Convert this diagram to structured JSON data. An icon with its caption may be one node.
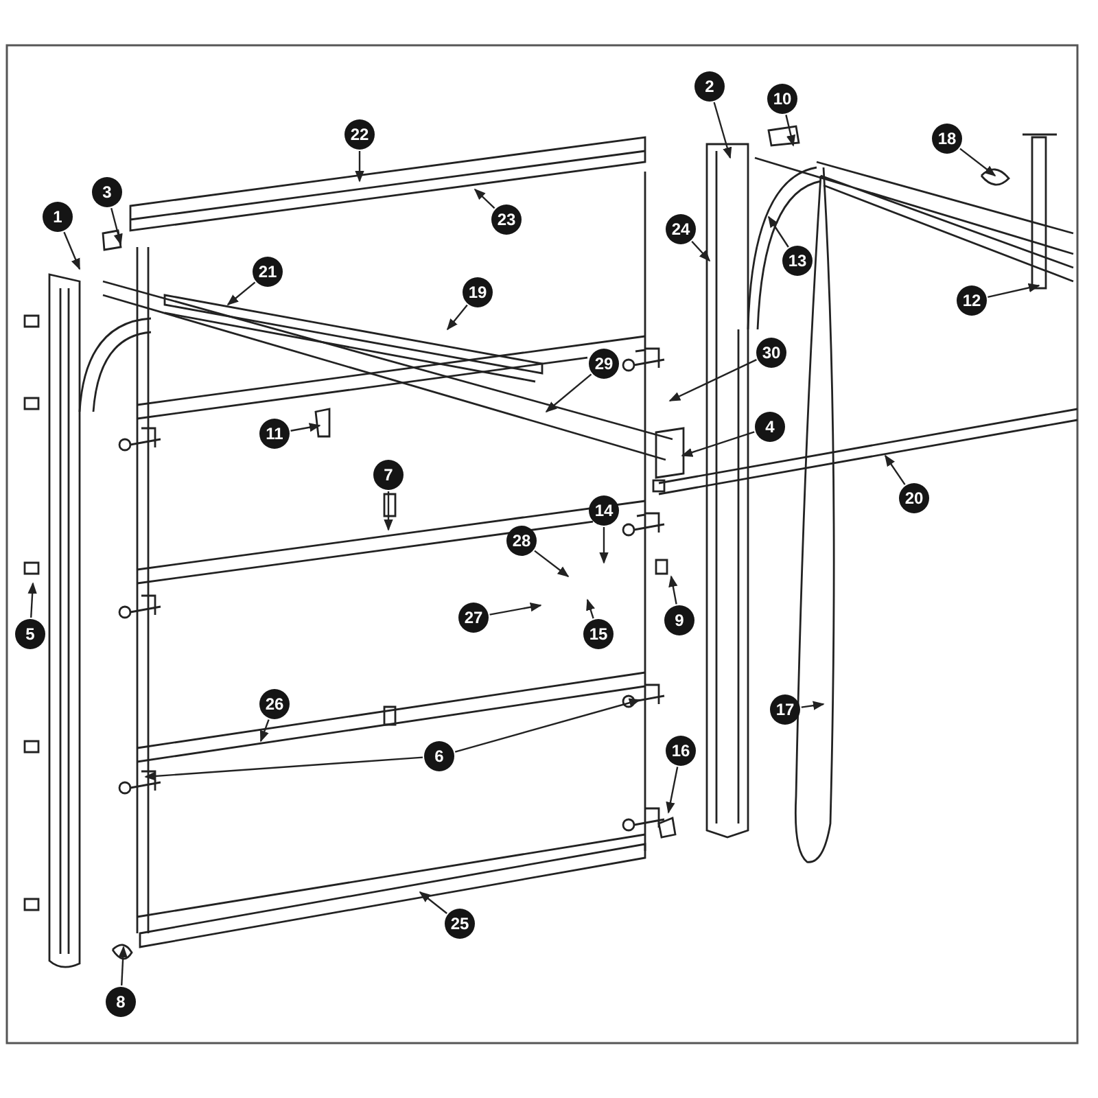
{
  "diagram": {
    "nodes": [
      {
        "text": [
          "1"
        ]
      },
      {
        "text": [
          "2"
        ]
      },
      {
        "text": [
          "3"
        ]
      },
      {
        "text": [
          "4"
        ]
      },
      {
        "text": [
          "5"
        ]
      },
      {
        "text": [
          "6"
        ]
      },
      {
        "text": [
          "7"
        ]
      },
      {
        "text": [
          "8"
        ]
      },
      {
        "text": [
          "9"
        ]
      },
      {
        "text": [
          "10"
        ]
      },
      {
        "text": [
          "11"
        ]
      },
      {
        "text": [
          "12"
        ]
      },
      {
        "text": [
          "13"
        ]
      },
      {
        "text": [
          "14"
        ]
      },
      {
        "text": [
          "15"
        ]
      },
      {
        "text": [
          "16"
        ]
      },
      {
        "text": [
          "17"
        ]
      },
      {
        "text": [
          "18"
        ]
      },
      {
        "text": [
          "19"
        ]
      },
      {
        "text": [
          "20"
        ]
      },
      {
        "text": [
          "21"
        ]
      },
      {
        "text": [
          "22"
        ]
      },
      {
        "text": [
          "23"
        ]
      },
      {
        "text": [
          "24"
        ]
      },
      {
        "text": [
          "25"
        ]
      },
      {
        "text": [
          "26"
        ]
      },
      {
        "text": [
          "27"
        ]
      },
      {
        "text": [
          "28"
        ]
      },
      {
        "text": [
          "29"
        ]
      },
      {
        "text": [
          "30"
        ]
      }
    ],
    "edges": [
      {
        "from": 0,
        "to": null,
        "arrow": "to"
      },
      {
        "from": 1,
        "to": null,
        "arrow": "to"
      },
      {
        "from": 2,
        "to": null,
        "arrow": "to"
      },
      {
        "from": 3,
        "to": null,
        "arrow": "to"
      },
      {
        "from": 4,
        "to": null,
        "arrow": "to"
      },
      {
        "from": 5,
        "to": null,
        "arrow": "to"
      },
      {
        "from": 5,
        "to": null,
        "arrow": "to"
      },
      {
        "from": 6,
        "to": null,
        "arrow": "to"
      },
      {
        "from": 7,
        "to": null,
        "arrow": "to"
      },
      {
        "from": 8,
        "to": null,
        "arrow": "to"
      },
      {
        "from": 9,
        "to": null,
        "arrow": "to"
      },
      {
        "from": 10,
        "to": null,
        "arrow": "to"
      },
      {
        "from": 11,
        "to": null,
        "arrow": "to"
      },
      {
        "from": 12,
        "to": null,
        "arrow": "to"
      },
      {
        "from": 13,
        "to": null,
        "arrow": "to"
      },
      {
        "from": 14,
        "to": null,
        "arrow": "to"
      },
      {
        "from": 15,
        "to": null,
        "arrow": "to"
      },
      {
        "from": 16,
        "to": null,
        "arrow": "to"
      },
      {
        "from": 17,
        "to": null,
        "arrow": "to"
      },
      {
        "from": 18,
        "to": null,
        "arrow": "to"
      },
      {
        "from": 19,
        "to": null,
        "arrow": "to"
      },
      {
        "from": 20,
        "to": null,
        "arrow": "to"
      },
      {
        "from": 21,
        "to": null,
        "arrow": "to"
      },
      {
        "from": 22,
        "to": null,
        "arrow": "to"
      },
      {
        "from": 23,
        "to": null,
        "arrow": "to"
      },
      {
        "from": 24,
        "to": null,
        "arrow": "to"
      },
      {
        "from": 25,
        "to": null,
        "arrow": "to"
      },
      {
        "from": 26,
        "to": null,
        "arrow": "to"
      },
      {
        "from": 27,
        "to": null,
        "arrow": "to"
      },
      {
        "from": 28,
        "to": null,
        "arrow": "to"
      },
      {
        "from": 29,
        "to": null,
        "arrow": "to"
      }
    ]
  }
}
